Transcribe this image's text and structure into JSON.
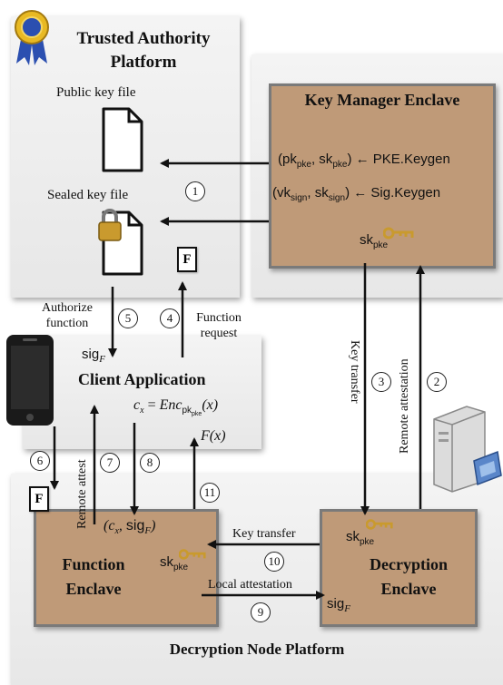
{
  "trusted_authority": {
    "title_line1": "Trusted Authority",
    "title_line2": "Platform",
    "public_key_label": "Public key file",
    "sealed_key_label": "Sealed key file"
  },
  "key_manager": {
    "title": "Key Manager Enclave",
    "line1": "(pk_pke, sk_pke) ← PKE.Keygen",
    "line2": "(vk_sign, sk_sign) ← Sig.Keygen",
    "key_label": "sk_pke"
  },
  "client": {
    "title": "Client Application",
    "sig_label": "sig_F",
    "enc_label": "c_x = Enc_pk_pke(x)",
    "fx_label": "F(x)"
  },
  "function_enclave": {
    "title_line1": "Function",
    "title_line2": "Enclave",
    "input_label": "(c_x, sig_F)",
    "key_label": "sk_pke"
  },
  "decryption_enclave": {
    "title_line1": "Decryption",
    "title_line2": "Enclave",
    "key_label": "sk_pke",
    "sig_label": "sig_F"
  },
  "node_platform": {
    "title": "Decryption Node Platform"
  },
  "labels": {
    "authorize_function_1": "Authorize",
    "authorize_function_2": "function",
    "function_request_1": "Function",
    "function_request_2": "request",
    "key_transfer_v": "Key transfer",
    "remote_attestation_v": "Remote attestation",
    "remote_attest_v": "Remote attest",
    "key_transfer_h": "Key transfer",
    "local_attestation": "Local attestation"
  },
  "steps": [
    "1",
    "2",
    "3",
    "4",
    "5",
    "6",
    "7",
    "8",
    "9",
    "10",
    "11"
  ],
  "file_glyph": "F",
  "colors": {
    "enclave_fill": "#bf9a78",
    "panel_fill": "#ececec",
    "key_color": "#c99a2e"
  },
  "icons": [
    "award-ribbon-icon",
    "document-icon",
    "padlock-icon",
    "smartphone-icon",
    "server-icon",
    "key-icon"
  ]
}
